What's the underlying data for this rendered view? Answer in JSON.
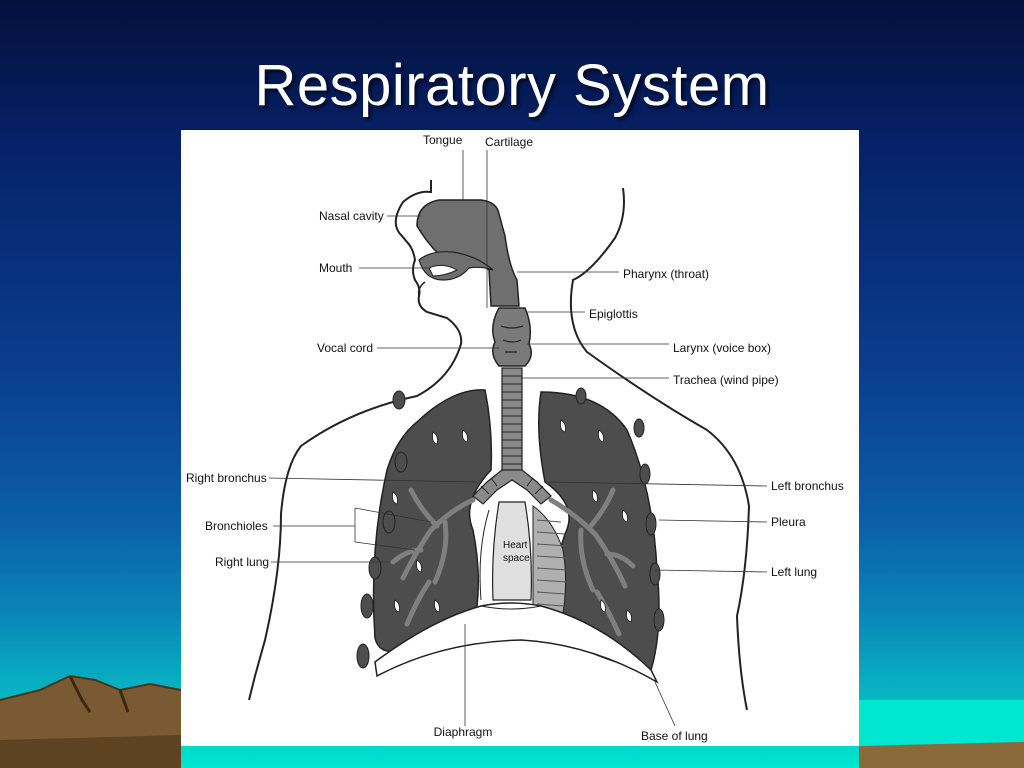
{
  "slide": {
    "title": "Respiratory System"
  },
  "diagram": {
    "labels": {
      "tongue": "Tongue",
      "cartilage": "Cartilage",
      "nasal_cavity": "Nasal cavity",
      "mouth": "Mouth",
      "pharynx": "Pharynx (throat)",
      "epiglottis": "Epiglottis",
      "vocal_cord": "Vocal cord",
      "larynx": "Larynx (voice box)",
      "trachea": "Trachea (wind pipe)",
      "right_bronchus": "Right bronchus",
      "left_bronchus": "Left bronchus",
      "bronchioles": "Bronchioles",
      "pleura": "Pleura",
      "right_lung": "Right lung",
      "left_lung": "Left lung",
      "heart_space_1": "Heart",
      "heart_space_2": "space",
      "diaphragm": "Diaphragm",
      "base_of_lung": "Base of lung"
    }
  },
  "colors": {
    "bg_top": "#03103c",
    "bg_bottom": "#00e6d0",
    "lung_fill": "#4d4d4d",
    "airway_fill": "#6f6f6f",
    "mountain": "#7a5a32"
  }
}
